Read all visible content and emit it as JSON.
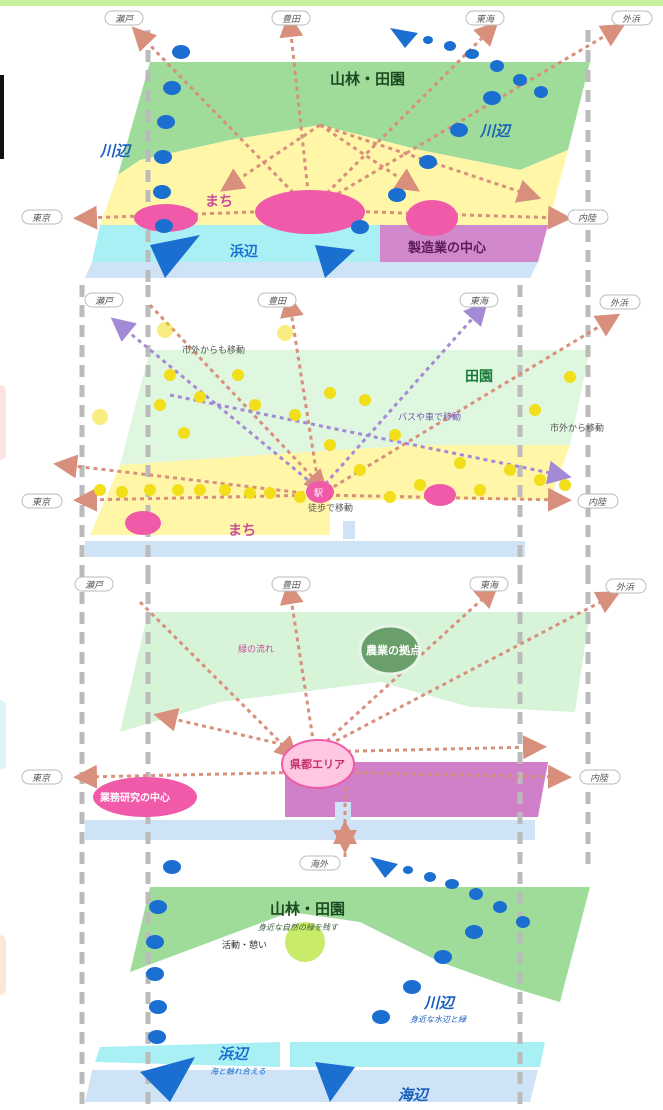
{
  "destinations": {
    "tokyo": "東京",
    "seto": "瀬戸",
    "aichi": "豊田",
    "toyota": "東海",
    "outer": "外浜",
    "inland": "内陸",
    "overseas": "海外"
  },
  "layer1": {
    "mountain_label": "山林・田園",
    "river_left": "川辺",
    "river_right": "川辺",
    "town": "まち",
    "beach": "浜辺",
    "industry": "製造業の中心"
  },
  "layer2": {
    "farm": "田園",
    "town": "まち",
    "bus_note": "バスや車で移動",
    "city_in_note": "市外からも移動",
    "city_out_note": "市外から移動",
    "walk_note": "徒歩で移動",
    "hub": "駅"
  },
  "layer3": {
    "agri_hub": "農業の拠点",
    "flow_note": "緑の流れ",
    "center": "県都エリア",
    "research": "業務研究の中心"
  },
  "layer4": {
    "mountain": "山林・田園",
    "mountain_sub": "身近な自然の緑を残す",
    "activity": "活動・憩い",
    "river": "川辺",
    "river_sub": "身近な水辺と緑",
    "beach": "浜辺",
    "beach_sub": "海と触れ合える",
    "sea": "海辺"
  },
  "colors": {
    "forest": "#9fdc9a",
    "town": "#fff6a8",
    "industry": "#c76ac0",
    "water": "#a9f0f5",
    "sea": "#cfe3f7",
    "node": "#f05aa8",
    "arrow": "#d88f7c",
    "dot_blue": "#1a6fd0",
    "dot_yellow": "#f3de1a"
  }
}
